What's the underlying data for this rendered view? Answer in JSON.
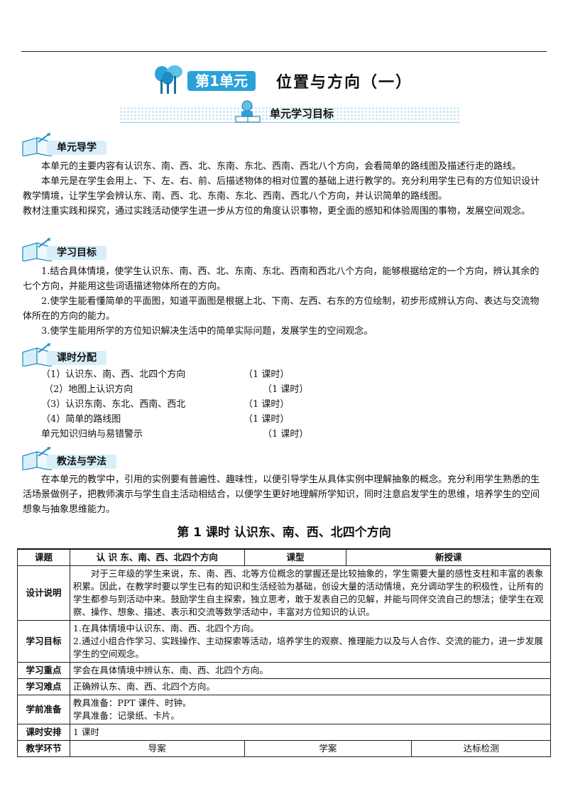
{
  "header": {
    "unit_badge": "第1单元",
    "unit_title": "位置与方向（一）",
    "goal_banner": "单元学习目标"
  },
  "sections": {
    "guide": {
      "title": "单元导学",
      "paragraphs": [
        "本单元的主要内容有认识东、南、西、北、东南、东北、西南、西北八个方向，会看简单的路线图及描述行走的路线。",
        "本单元是在学生会用上、下、左、右、前、后描述物体的相对位置的基础上进行教学的。充分利用学生已有的方位知识设计教学情境，让学生学会辨认东、南、西、北、东南、东北、西南、西北八个方向，并认识简单的路线图。",
        "教材注重实践和探究，通过实践活动使学生进一步从方位的角度认识事物，更全面的感知和体验周围的事物，发展空间观念。"
      ]
    },
    "goals": {
      "title": "学习目标",
      "paragraphs": [
        "1.结合具体情境，使学生认识东、南、西、北、东南、东北、西南和西北八个方向，能够根据给定的一个方向，辨认其余的七个方向，并能用这些词语描述物体所在的方向。",
        "2.使学生能看懂简单的平面图，知道平面图是根据上北、下南、左西、右东的方位绘制，初步形成辨认方向、表达与交流物体所在的方向的能力。",
        "3.使学生能用所学的方位知识解决生活中的简单实际问题，发展学生的空间观念。"
      ]
    },
    "schedule": {
      "title": "课时分配",
      "rows": [
        {
          "item": "（1）认识东、南、西、北四个方向",
          "hours": "（1 课时）"
        },
        {
          "item": "（2）地图上认识方向",
          "hours": "（1 课时）"
        },
        {
          "item": "（3）认识东南、东北、西南、西北",
          "hours": "（1 课时）"
        },
        {
          "item": "（4）简单的路线图",
          "hours": "（1 课时）"
        },
        {
          "item": "单元知识归纳与易错警示",
          "hours": "（1 课时）"
        }
      ]
    },
    "method": {
      "title": "教法与学法",
      "paragraphs": [
        "在本单元的教学中，引用的实例要有普遍性、趣味性，以便引导学生从具体实例中理解抽象的概念。充分利用学生熟悉的生活场景做例子，把教师演示与学生自主活动相结合，以便学生更好地理解所学知识，同时注意启发学生的思维，培养学生的空间想象与抽象思维能力。"
      ]
    }
  },
  "lesson": {
    "title": "第 1 课时  认识东、南、西、北四个方向",
    "table": {
      "topic_label": "课题",
      "topic_value": "认  识  东、南、西、北四个方向",
      "type_label": "课型",
      "type_value": "新授课",
      "design_label": "设计说明",
      "design_text": "对于三年级的学生来说，东、南、西、北等方位概念的掌握还是比较抽象的，学生需要大量的感性支柱和丰富的表象积累。因此，在教学时要以学生已有的知识和生活经验为基础，创设大量的活动情境，充分调动学生的积极性，让所有的学生都参与到活动中来。鼓励学生自主探索，独立思考，敢于发表自己的见解，并能与同伴交流自己的想法；使学生在观察、操作、想象、描述、表示和交流等数学活动中，丰富对方位知识的认识。",
      "goals_label": "学习目标",
      "goals_lines": [
        "1.在具体情境中认识东、南、西、北四个方向。",
        "2.通过小组合作学习、实践操作、主动探索等活动，培养学生的观察、推理能力以及与人合作、交流的能力，进一步发展学生的空间观念。"
      ],
      "key_label": "学习重点",
      "key_value": "学会在具体情境中辨认东、南、西、北四个方向。",
      "difficulty_label": "学习难点",
      "difficulty_value": "正确辨认东、南、西、北四个方向。",
      "prep_label": "学前准备",
      "prep_lines": [
        "教具准备：PPT 课件、时钟。",
        "学具准备：记录纸、卡片。"
      ],
      "time_label": "课时安排",
      "time_value": "1 课时",
      "steps_label": "教学环节",
      "col_guide": "导案",
      "col_study": "学案",
      "col_check": "达标检测"
    }
  }
}
